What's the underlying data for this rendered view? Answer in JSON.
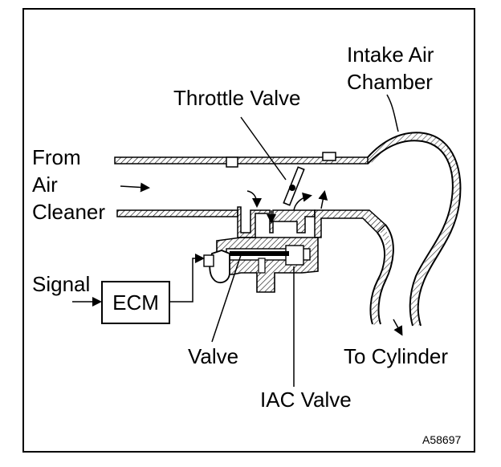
{
  "labels": {
    "intake_air_line1": "Intake Air",
    "intake_air_line2": "Chamber",
    "throttle_valve": "Throttle Valve",
    "from_line1": "From",
    "from_line2": "Air",
    "from_line3": "Cleaner",
    "signal": "Signal",
    "ecm": "ECM",
    "valve": "Valve",
    "iac_valve": "IAC Valve",
    "to_cylinder": "To Cylinder",
    "figure_code": "A58697"
  },
  "colors": {
    "line": "#000000",
    "hatch": "#000000",
    "background": "#ffffff"
  }
}
